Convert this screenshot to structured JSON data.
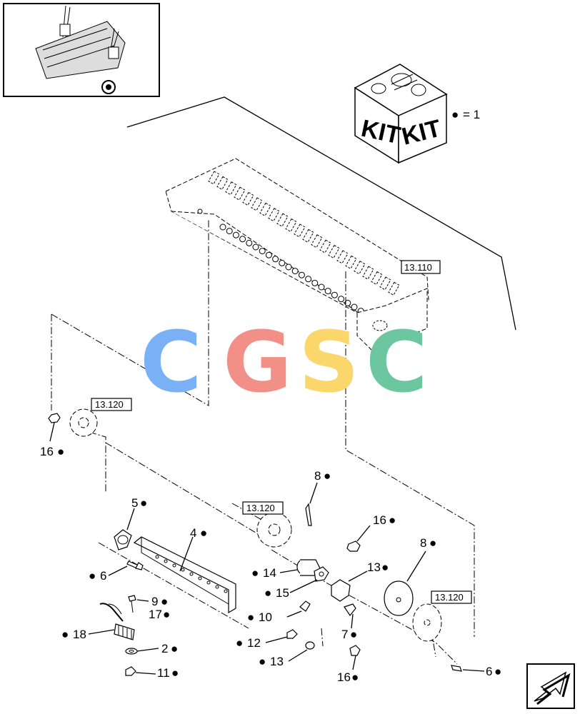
{
  "kit_box": {
    "label_left": "KIT",
    "label_right": "KIT",
    "legend_symbol": "●",
    "legend_text": "= 1"
  },
  "refs": {
    "r1": "13.110",
    "r2": "13.120",
    "r3": "13.120",
    "r4": "13.120"
  },
  "watermark": {
    "c1": "C",
    "g": "G",
    "s": "S",
    "c2": "C",
    "colors": {
      "c1": "#7ab0f5",
      "g": "#f29088",
      "s": "#fbd66b",
      "c2": "#6cc6a0"
    }
  },
  "callouts": [
    {
      "id": "16a",
      "text": "16"
    },
    {
      "id": "8a",
      "text": "8"
    },
    {
      "id": "5",
      "text": "5"
    },
    {
      "id": "4",
      "text": "4"
    },
    {
      "id": "16b",
      "text": "16"
    },
    {
      "id": "8b",
      "text": "8"
    },
    {
      "id": "6a",
      "text": "6"
    },
    {
      "id": "14",
      "text": "14"
    },
    {
      "id": "13a",
      "text": "13"
    },
    {
      "id": "15",
      "text": "15"
    },
    {
      "id": "9",
      "text": "9"
    },
    {
      "id": "17",
      "text": "17"
    },
    {
      "id": "10",
      "text": "10"
    },
    {
      "id": "7",
      "text": "7"
    },
    {
      "id": "18",
      "text": "18"
    },
    {
      "id": "2",
      "text": "2"
    },
    {
      "id": "12",
      "text": "12"
    },
    {
      "id": "13b",
      "text": "13"
    },
    {
      "id": "11",
      "text": "11"
    },
    {
      "id": "16c",
      "text": "16"
    },
    {
      "id": "6b",
      "text": "6"
    }
  ],
  "icons": {
    "nav": "next-page-arrow-icon",
    "thumb": "machine-thumbnail-icon"
  }
}
